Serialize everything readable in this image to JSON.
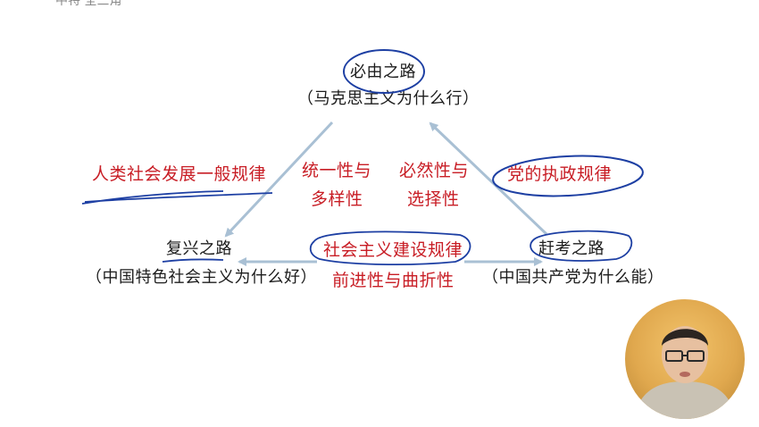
{
  "header": {
    "text": "中特   全三角"
  },
  "nodes": {
    "top": {
      "title": "必由之路",
      "subtitle": "（马克思主义为什么行）"
    },
    "left": {
      "title": "复兴之路",
      "subtitle": "（中国特色社会主义为什么好）"
    },
    "right": {
      "title": "赶考之路",
      "subtitle": "（中国共产党为什么能）"
    }
  },
  "edge_labels": {
    "left_edge": "人类社会发展一般规律",
    "right_edge": "党的执政规律",
    "bottom_edge": "社会主义建设规律",
    "inner_left": [
      "统一性与",
      "多样性"
    ],
    "inner_right": [
      "必然性与",
      "选择性"
    ],
    "bottom_under": "前进性与曲折性"
  },
  "colors": {
    "arrow": "#a9c0d4",
    "ink_blue": "#1d3fa3",
    "label_red": "#c81d25",
    "text_dark": "#1c1c1c"
  },
  "webcam": {
    "description_icon": "presenter-avatar-icon"
  }
}
